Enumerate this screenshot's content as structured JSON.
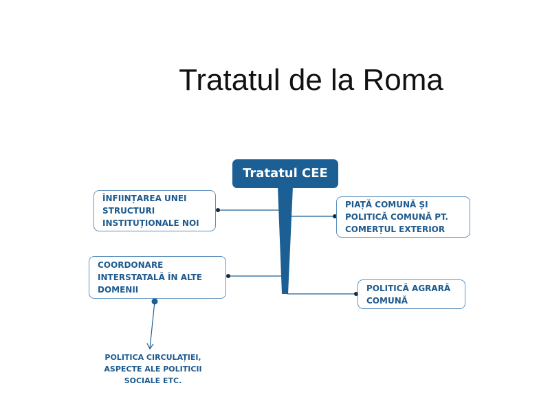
{
  "slide": {
    "title": "Tratatul de la Roma"
  },
  "diagram": {
    "central": "Tratatul CEE",
    "topics": {
      "left_1": "ÎNFIINȚAREA UNEI\nSTRUCTURI\nINSTITUȚIONALE NOI",
      "left_2": "COORDONARE\nINTERSTATALĂ ÎN ALTE\nDOMENII",
      "right_1": "PIAȚĂ COMUNĂ ȘI\nPOLITICĂ COMUNĂ PT.\nCOMERȚUL EXTERIOR",
      "right_2": "POLITICĂ AGRARĂ\nCOMUNĂ"
    },
    "subnote": "POLITICA CIRCULAȚIEI,\nASPECTE ALE POLITICII\nSOCIALE ETC."
  },
  "colors": {
    "central_fill": "#1b5f94",
    "topic_border": "#5b8fbd",
    "topic_text": "#1d5a8e",
    "connector": "#1b5f94"
  }
}
